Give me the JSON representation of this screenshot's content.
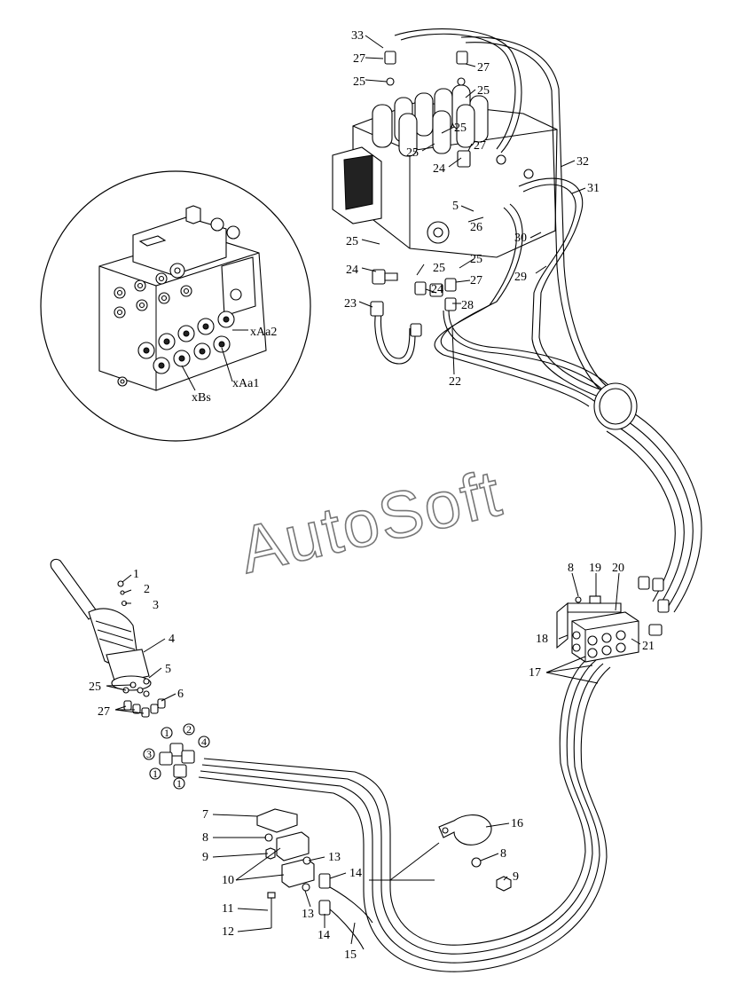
{
  "watermark": "AutoSoft",
  "inset_labels": {
    "xAa2": "xAa2",
    "xAa1": "xAa1",
    "xBs": "xBs"
  },
  "callouts": [
    {
      "id": "c33",
      "text": "33"
    },
    {
      "id": "c27a",
      "text": "27"
    },
    {
      "id": "c27b",
      "text": "27"
    },
    {
      "id": "c25a",
      "text": "25"
    },
    {
      "id": "c25b",
      "text": "25"
    },
    {
      "id": "c25c",
      "text": "25"
    },
    {
      "id": "c25d",
      "text": "25"
    },
    {
      "id": "c27c",
      "text": "27"
    },
    {
      "id": "c24a",
      "text": "24"
    },
    {
      "id": "c32",
      "text": "32"
    },
    {
      "id": "c31",
      "text": "31"
    },
    {
      "id": "c5a",
      "text": "5"
    },
    {
      "id": "c26",
      "text": "26"
    },
    {
      "id": "c30",
      "text": "30"
    },
    {
      "id": "c25e",
      "text": "25"
    },
    {
      "id": "c25f",
      "text": "25"
    },
    {
      "id": "c25g",
      "text": "25"
    },
    {
      "id": "c24b",
      "text": "24"
    },
    {
      "id": "c27d",
      "text": "27"
    },
    {
      "id": "c29",
      "text": "29"
    },
    {
      "id": "c24c",
      "text": "24"
    },
    {
      "id": "c23",
      "text": "23"
    },
    {
      "id": "c28",
      "text": "28"
    },
    {
      "id": "c22",
      "text": "22"
    },
    {
      "id": "c1",
      "text": "1"
    },
    {
      "id": "c2",
      "text": "2"
    },
    {
      "id": "c3",
      "text": "3"
    },
    {
      "id": "c4",
      "text": "4"
    },
    {
      "id": "c5b",
      "text": "5"
    },
    {
      "id": "c25h",
      "text": "25"
    },
    {
      "id": "c6",
      "text": "6"
    },
    {
      "id": "c27e",
      "text": "27"
    },
    {
      "id": "c8a",
      "text": "8"
    },
    {
      "id": "c19",
      "text": "19"
    },
    {
      "id": "c20",
      "text": "20"
    },
    {
      "id": "c18",
      "text": "18"
    },
    {
      "id": "c21",
      "text": "21"
    },
    {
      "id": "c17",
      "text": "17"
    },
    {
      "id": "c16",
      "text": "16"
    },
    {
      "id": "c7",
      "text": "7"
    },
    {
      "id": "c8b",
      "text": "8"
    },
    {
      "id": "c9a",
      "text": "9"
    },
    {
      "id": "c10",
      "text": "10"
    },
    {
      "id": "c13a",
      "text": "13"
    },
    {
      "id": "c14a",
      "text": "14"
    },
    {
      "id": "c11",
      "text": "11"
    },
    {
      "id": "c13b",
      "text": "13"
    },
    {
      "id": "c12",
      "text": "12"
    },
    {
      "id": "c14b",
      "text": "14"
    },
    {
      "id": "c15",
      "text": "15"
    },
    {
      "id": "c8c",
      "text": "8"
    },
    {
      "id": "c9b",
      "text": "9"
    }
  ],
  "port_markers": [
    "1",
    "2",
    "3",
    "4",
    "1",
    "1"
  ]
}
